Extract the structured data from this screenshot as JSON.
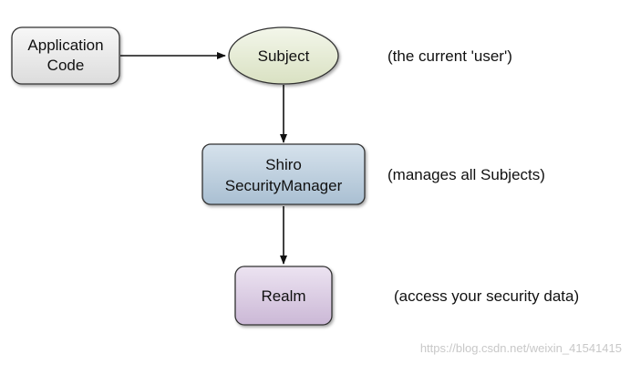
{
  "nodes": {
    "application_code": {
      "line1": "Application",
      "line2": "Code",
      "fill": "#e6e6e6"
    },
    "subject": {
      "label": "Subject",
      "fill": "#e5ebd3"
    },
    "security_manager": {
      "line1": "Shiro",
      "line2": "SecurityManager",
      "fill": "#b9cbdb"
    },
    "realm": {
      "label": "Realm",
      "fill": "#d8c9e0"
    }
  },
  "notes": {
    "subject_note": "(the current 'user')",
    "manager_note": "(manages all Subjects)",
    "realm_note": "(access your security data)"
  },
  "watermark": "https://blog.csdn.net/weixin_41541415",
  "colors": {
    "stroke": "#333333",
    "arrow": "#111111",
    "text": "#111111",
    "watermark": "#c8c8c8"
  }
}
